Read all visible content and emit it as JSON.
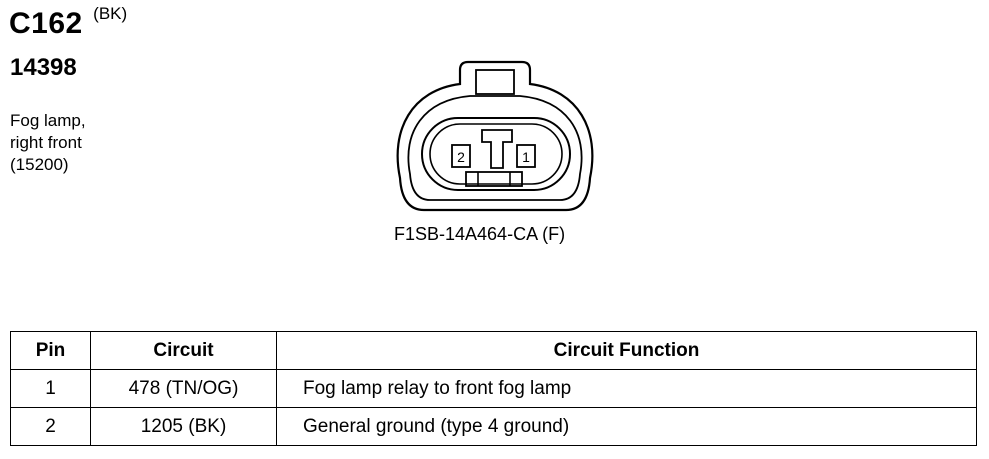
{
  "connector": {
    "code": "C162",
    "color": "(BK)",
    "part_number": "14398",
    "description": [
      "Fog lamp,",
      "right front",
      "(15200)"
    ]
  },
  "drawing": {
    "pin_labels": [
      "2",
      "1"
    ],
    "label": "F1SB-14A464-CA (F)"
  },
  "table": {
    "headers": [
      "Pin",
      "Circuit",
      "Circuit Function"
    ],
    "rows": [
      {
        "pin": "1",
        "circuit": "478 (TN/OG)",
        "function": "Fog lamp relay to front fog lamp"
      },
      {
        "pin": "2",
        "circuit": "1205 (BK)",
        "function": "General ground (type 4 ground)"
      }
    ]
  }
}
